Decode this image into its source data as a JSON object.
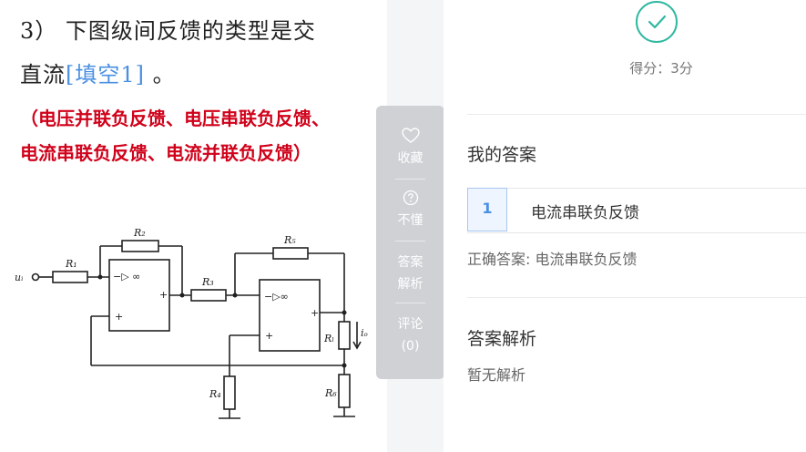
{
  "question": {
    "line1": "3）  下图级间反馈的类型是交",
    "line2_text": "直流",
    "blank_label": "[填空1]",
    "line2_end": " 。",
    "options_line1": "（电压并联负反馈、电压串联负反馈、",
    "options_line2": "电流串联负反馈、电流并联负反馈）"
  },
  "circuit": {
    "labels": {
      "r1": "R₁",
      "r2": "R₂",
      "r3": "R₃",
      "r4": "R₄",
      "r5": "R₅",
      "rl": "Rₗ",
      "r6": "R₆",
      "vi": "uᵢ",
      "io": "iₒ",
      "plus": "+",
      "minus": "−",
      "opamp1": "−▷ ∞",
      "opamp2": "−▷∞"
    }
  },
  "toolbar": {
    "favorite": {
      "icon": "heart-icon",
      "label": "收藏"
    },
    "dont_understand": {
      "icon": "question-circle-icon",
      "label": "不懂"
    },
    "answer_analysis": {
      "line1": "答案",
      "line2": "解析"
    },
    "comment": {
      "label": "评论",
      "count": "(0)"
    }
  },
  "result": {
    "status_icon": "check-circle-icon",
    "score_text": "得分：3分"
  },
  "my_answer": {
    "title": "我的答案",
    "index": "1",
    "value": "电流串联负反馈",
    "correct_answer": "正确答案: 电流串联负反馈"
  },
  "analysis": {
    "title": "答案解析",
    "text": "暂无解析"
  },
  "colors": {
    "accent_blue": "#4a90e2",
    "success_green": "#2fb8a0",
    "option_red": "#d0021b"
  }
}
